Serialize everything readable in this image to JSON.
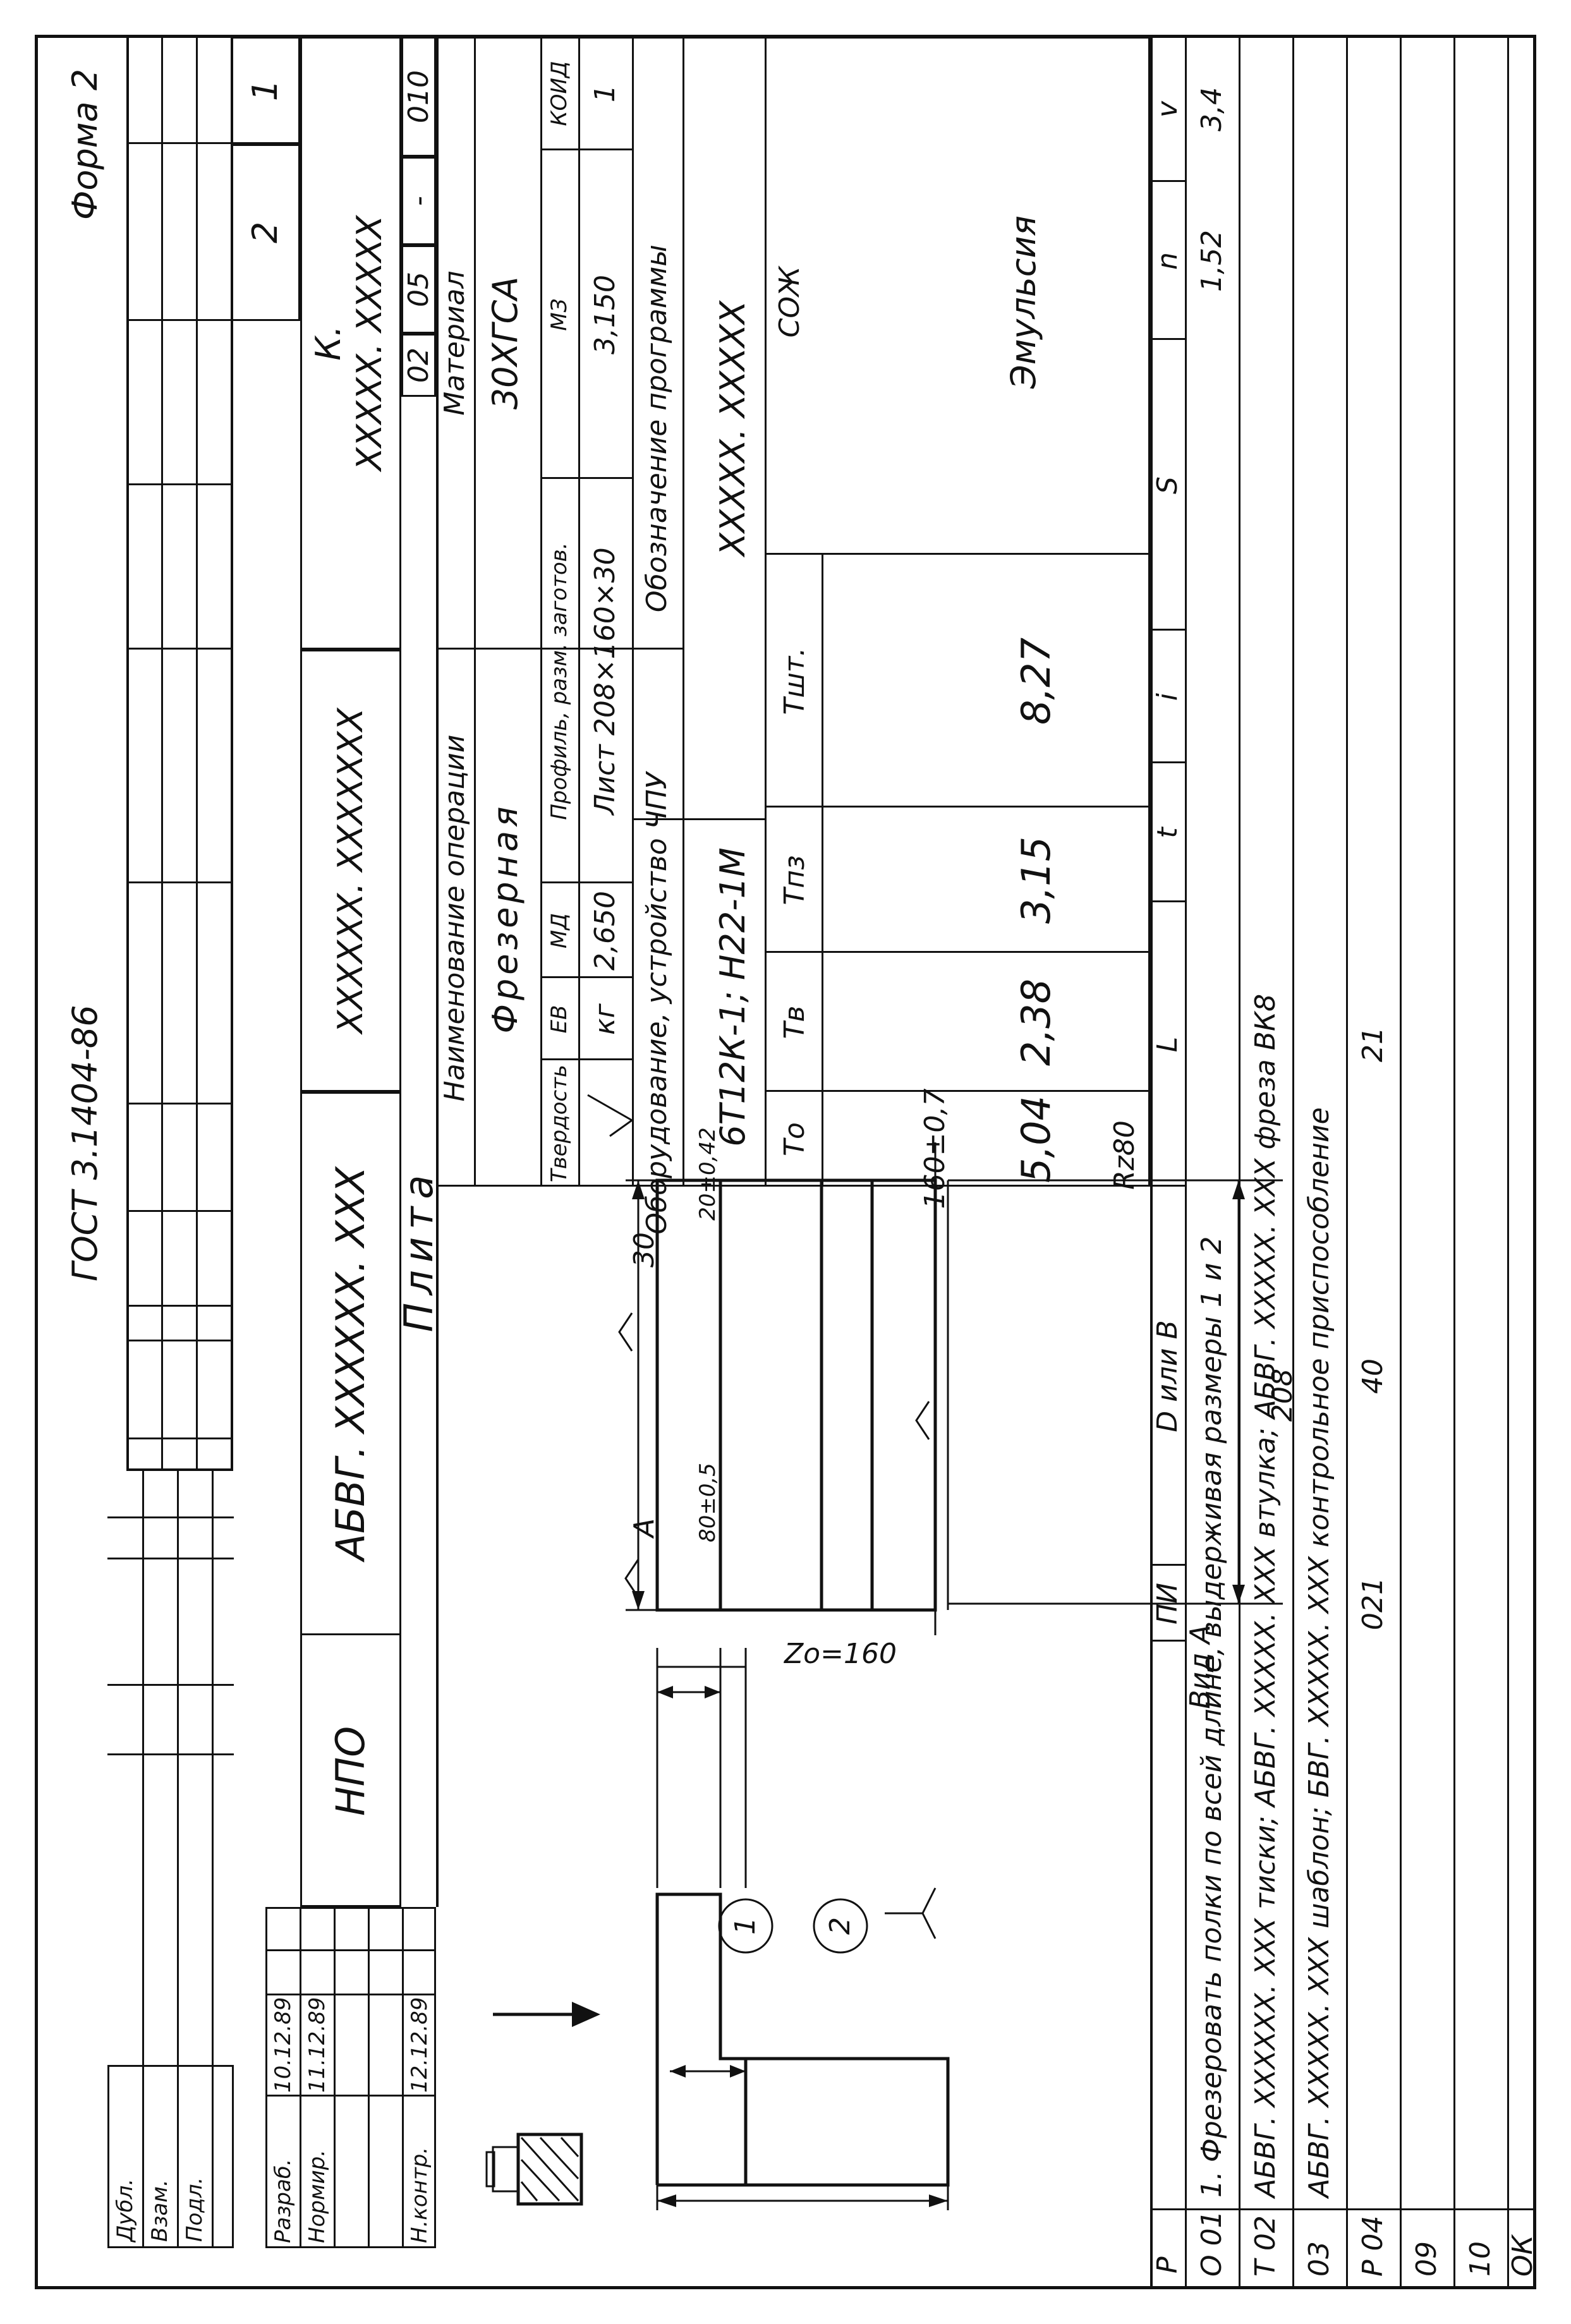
{
  "header": {
    "standard": "ГОСТ 3.1404-86",
    "form": "Форма 2",
    "sheets_total": "2",
    "sheet": "1"
  },
  "side_stamp": {
    "labels": [
      "Дубл.",
      "Взам.",
      "Подл."
    ]
  },
  "approvals": {
    "rows": [
      {
        "role": "Разраб.",
        "date": "10.12.89"
      },
      {
        "role": "Нормир.",
        "date": "11.12.89"
      },
      {
        "role": "",
        "date": ""
      },
      {
        "role": "",
        "date": ""
      },
      {
        "role": "Н.контр.",
        "date": "12.12.89"
      }
    ]
  },
  "title_block": {
    "org": "НПО",
    "doc_code": "АБВГ. XXXXXX. XXX",
    "part_code": "XXXXXX. XXXXXXX",
    "kit_prefix": "К.",
    "kit_code": "XXXXX. XXXXX",
    "part_name": "Плита",
    "op_cells": [
      "02",
      "05",
      "-",
      "010"
    ]
  },
  "operation": {
    "name_label": "Наименование операции",
    "name": "Фрезерная",
    "material_label": "Материал",
    "material": "30ХГСА",
    "headers": [
      "Твердость",
      "ЕВ",
      "МД",
      "Профиль, разм. заготов.",
      "МЗ",
      "КОИД"
    ],
    "values": [
      "",
      "кг",
      "2,650",
      "Лист 208×160×30",
      "3,150",
      "1"
    ],
    "equipment_label": "Оборудование, устройство ЧПУ",
    "program_label": "Обозначение программы",
    "equipment": "6Т12К-1;   Н22-1М",
    "program": "XXXXX. XXXXX",
    "time_headers": [
      "То",
      "Тв",
      "Тпз",
      "Тшт."
    ],
    "time_values": [
      "5,04",
      "2,38",
      "3,15",
      "8,27"
    ],
    "coolant_label": "СОЖ",
    "coolant": "Эмульсия"
  },
  "sketch": {
    "roughness": "Rz80",
    "view_label": "Вид А",
    "arrow_label": "А",
    "dim_total": "Zо=160",
    "dim_step": "80±0,5",
    "dim_right_a": "30",
    "dim_right_b": "20±0,42",
    "bubble_1": "1",
    "bubble_2": "2",
    "dim_view_h": "160±0,7",
    "dim_view_w": "208"
  },
  "params_header": [
    "Р",
    "ПИ",
    "D или В",
    "L",
    "t",
    "i",
    "S",
    "n",
    "v"
  ],
  "rows": [
    {
      "code": "О 01",
      "text": "1. Фрезеровать полки по всей длине, выдерживая размеры 1 и 2"
    },
    {
      "code": "Т 02",
      "text": "АБВГ. XXXXXX. XXX  тиски;      АБВГ. XXXXX. XXX  втулка;      АБВГ. XXXXX. XXX    фреза ВК8"
    },
    {
      "code": "03",
      "text": "АБВГ. XXXXX. XXX  шаблон;      БВГ. XXXXX. XXX   контрольное приспособление"
    },
    {
      "code": "Р 04",
      "text": ""
    },
    {
      "code": "09",
      "text": ""
    },
    {
      "code": "10",
      "text": ""
    },
    {
      "code": "ОК",
      "text": ""
    }
  ],
  "row_04_params": {
    "pi": "021",
    "d": "40",
    "l": "21"
  },
  "row_01_params": {
    "n": "1,52",
    "v": "3,4"
  }
}
